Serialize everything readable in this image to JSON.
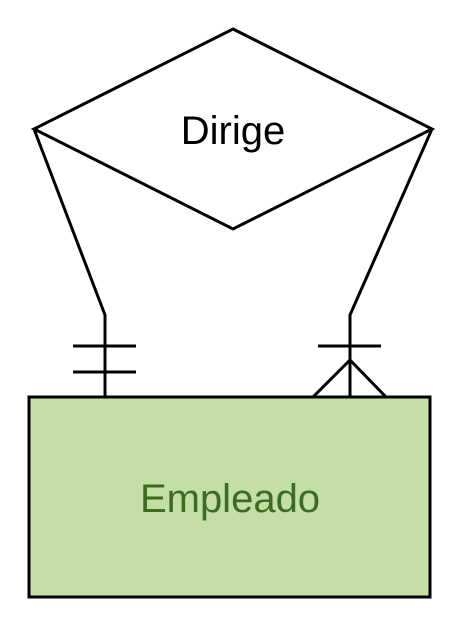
{
  "diagram": {
    "relationship": {
      "label": "Dirige",
      "stroke": "#000000",
      "fill": "#ffffff",
      "text_color": "#000000"
    },
    "entity": {
      "label": "Empleado",
      "fill": "#c3dfa6",
      "stroke": "#000000",
      "text_color": "#3d6b21"
    },
    "connectors": [
      {
        "side": "left",
        "cardinality": "one-and-only-one"
      },
      {
        "side": "right",
        "cardinality": "one-or-many"
      }
    ]
  }
}
